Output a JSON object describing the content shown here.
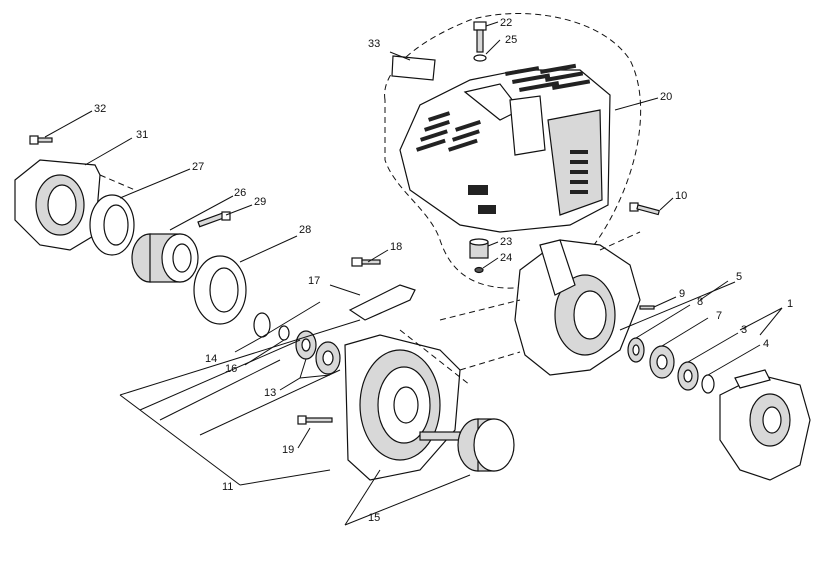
{
  "diagram": {
    "callouts": [
      {
        "id": "c1",
        "label": "1"
      },
      {
        "id": "c3",
        "label": "3"
      },
      {
        "id": "c4",
        "label": "4"
      },
      {
        "id": "c5",
        "label": "5"
      },
      {
        "id": "c7",
        "label": "7"
      },
      {
        "id": "c8",
        "label": "8"
      },
      {
        "id": "c9",
        "label": "9"
      },
      {
        "id": "c10",
        "label": "10"
      },
      {
        "id": "c11",
        "label": "11"
      },
      {
        "id": "c13",
        "label": "13"
      },
      {
        "id": "c14",
        "label": "14"
      },
      {
        "id": "c15",
        "label": "15"
      },
      {
        "id": "c16",
        "label": "16"
      },
      {
        "id": "c17",
        "label": "17"
      },
      {
        "id": "c18",
        "label": "18"
      },
      {
        "id": "c19",
        "label": "19"
      },
      {
        "id": "c20",
        "label": "20"
      },
      {
        "id": "c22",
        "label": "22"
      },
      {
        "id": "c23",
        "label": "23"
      },
      {
        "id": "c24",
        "label": "24"
      },
      {
        "id": "c25",
        "label": "25"
      },
      {
        "id": "c26",
        "label": "26"
      },
      {
        "id": "c27",
        "label": "27"
      },
      {
        "id": "c28",
        "label": "28"
      },
      {
        "id": "c29",
        "label": "29"
      },
      {
        "id": "c31",
        "label": "31"
      },
      {
        "id": "c32",
        "label": "32"
      },
      {
        "id": "c33",
        "label": "33"
      }
    ]
  }
}
